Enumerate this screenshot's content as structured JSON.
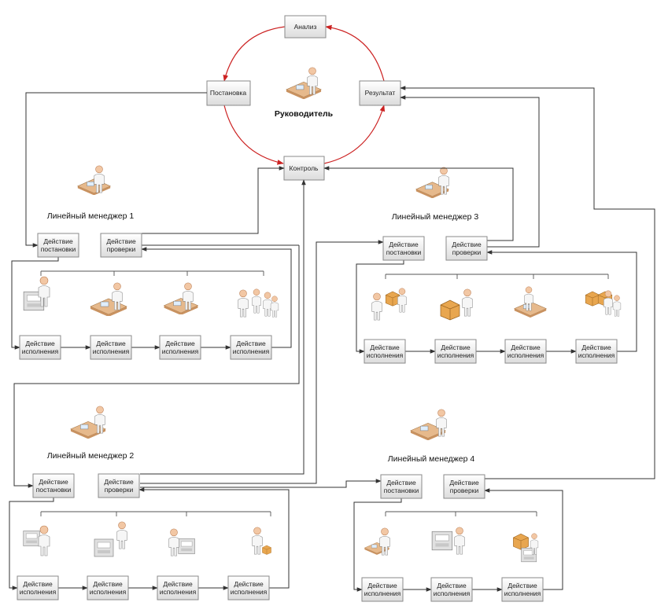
{
  "top": {
    "analysis": "Анализ",
    "setting": "Постановка",
    "result": "Результат",
    "control": "Контроль",
    "leader": "Руководитель"
  },
  "managers": [
    {
      "title": "Линейный менеджер 1",
      "set_action": [
        "Действие",
        "постановки"
      ],
      "check_action": [
        "Действие",
        "проверки"
      ],
      "exec_action": [
        "Действие",
        "исполнения"
      ]
    },
    {
      "title": "Линейный менеджер 2",
      "set_action": [
        "Действие",
        "постановки"
      ],
      "check_action": [
        "Действие",
        "проверки"
      ],
      "exec_action": [
        "Действие",
        "исполнения"
      ]
    },
    {
      "title": "Линейный менеджер 3",
      "set_action": [
        "Действие",
        "постановки"
      ],
      "check_action": [
        "Действие",
        "проверки"
      ],
      "exec_action": [
        "Действие",
        "исполнения"
      ]
    },
    {
      "title": "Линейный менеджер 4",
      "set_action": [
        "Действие",
        "постановки"
      ],
      "check_action": [
        "Действие",
        "проверки"
      ],
      "exec_action": [
        "Действие",
        "исполнения"
      ]
    }
  ],
  "colors": {
    "cycle": "#cc2222",
    "line": "#333333",
    "person": "#e8a77a"
  }
}
